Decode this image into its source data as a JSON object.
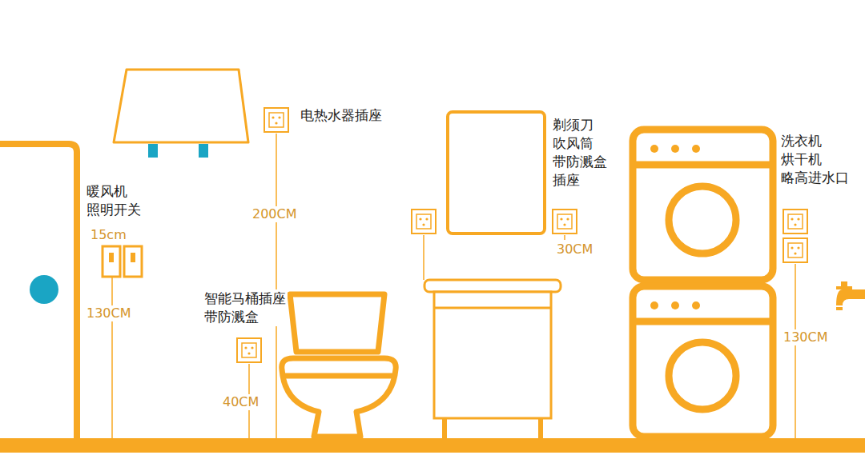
{
  "diagram": {
    "labels": [
      "暖风机 照明开关",
      "15cm",
      "130CM",
      "电热水器插座",
      "200CM",
      "智能马桶插座 带防溅盒",
      "40CM",
      "剃须刀 吹风筒 带防溅盒 插座",
      "30CM",
      "洗衣机 烘干机 略高进水口",
      "130CM"
    ]
  }
}
